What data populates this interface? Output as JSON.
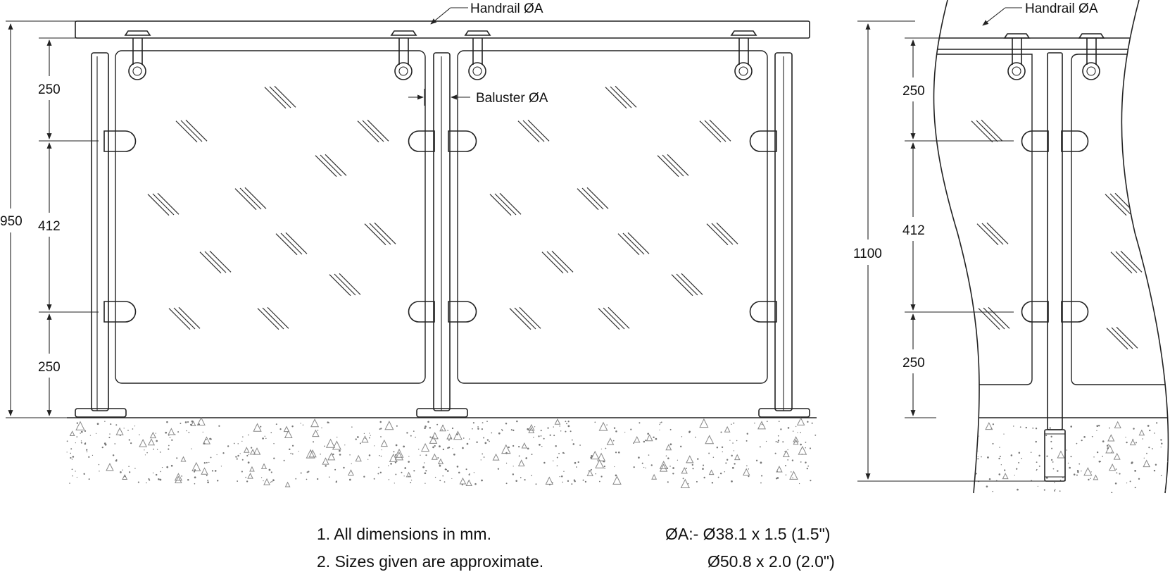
{
  "front_view": {
    "handrail_label": "Handrail ØA",
    "baluster_label": "Baluster ØA",
    "dim_top": "250",
    "dim_middle": "412",
    "dim_bottom": "250",
    "dim_overall": "950"
  },
  "side_view": {
    "handrail_label": "Handrail ØA",
    "dim_top": "250",
    "dim_middle": "412",
    "dim_bottom": "250",
    "dim_overall": "1100"
  },
  "notes": {
    "note_1": "1. All dimensions in mm.",
    "note_2": "2. Sizes given are approximate.",
    "size_1": "ØA:- Ø38.1 x 1.5 (1.5\")",
    "size_2": "Ø50.8 x 2.0 (2.0\")"
  }
}
